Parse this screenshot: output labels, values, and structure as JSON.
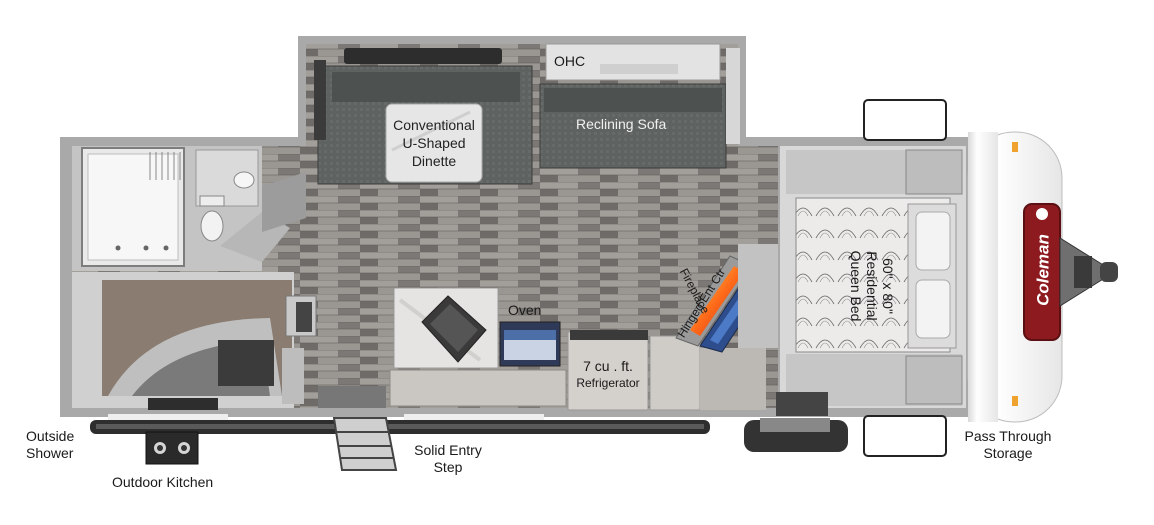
{
  "labels": {
    "ohc": "OHC",
    "dinette": "Conventional U-Shaped Dinette",
    "dinette_l1": "Conventional",
    "dinette_l2": "U-Shaped",
    "dinette_l3": "Dinette",
    "sofa": "Reclining Sofa",
    "oven": "Oven",
    "fireplace": "Fireplace",
    "ent_ctr": "Hinged Ent Ctr",
    "fridge_l1": "7 cu . ft.",
    "fridge_l2": "Refrigerator",
    "bed_l1": "60\" x 80\"",
    "bed_l2": "Residential",
    "bed_l3": "Queen Bed",
    "outside_shower_l1": "Outside",
    "outside_shower_l2": "Shower",
    "outdoor_kitchen": "Outdoor Kitchen",
    "entry_l1": "Solid Entry",
    "entry_l2": "Step",
    "storage_l1": "Pass Through",
    "storage_l2": "Storage",
    "brand": "Coleman"
  },
  "colors": {
    "floor": "#8c8885",
    "wall": "#b9b9b9",
    "upholstery": "#5b605f",
    "cap": "#f5f5f5",
    "brand": "#8d1a1f"
  }
}
